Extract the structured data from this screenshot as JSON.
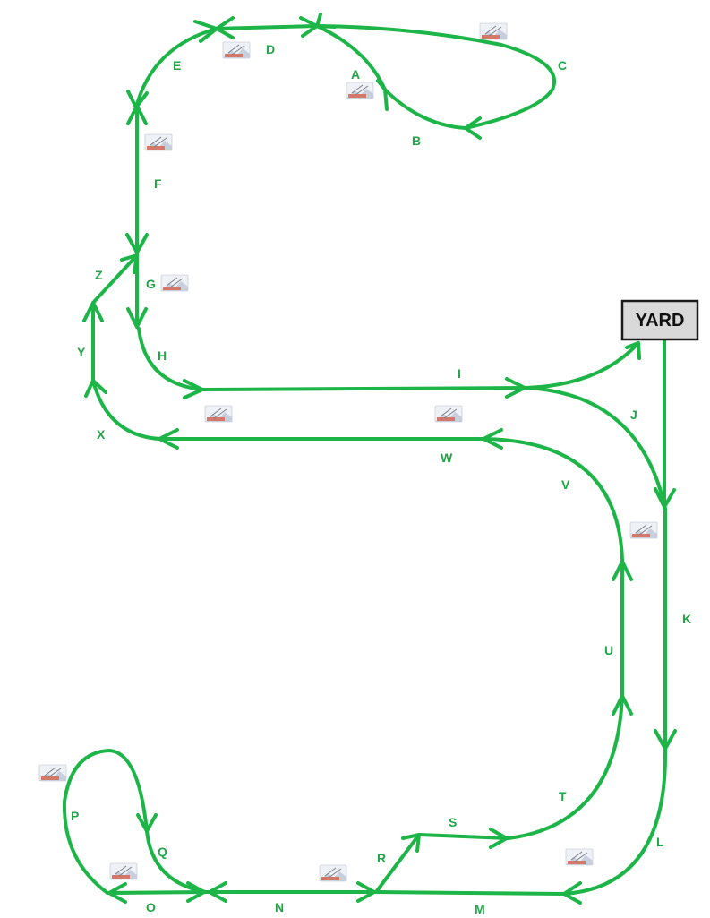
{
  "yard": {
    "label": "YARD"
  },
  "segments": [
    {
      "id": "seg-a",
      "label": "A"
    },
    {
      "id": "seg-b",
      "label": "B"
    },
    {
      "id": "seg-c",
      "label": "C"
    },
    {
      "id": "seg-d",
      "label": "D"
    },
    {
      "id": "seg-e",
      "label": "E"
    },
    {
      "id": "seg-f",
      "label": "F"
    },
    {
      "id": "seg-g",
      "label": "G"
    },
    {
      "id": "seg-h",
      "label": "H"
    },
    {
      "id": "seg-i",
      "label": "I"
    },
    {
      "id": "seg-j",
      "label": "J"
    },
    {
      "id": "seg-k",
      "label": "K"
    },
    {
      "id": "seg-l",
      "label": "L"
    },
    {
      "id": "seg-m",
      "label": "M"
    },
    {
      "id": "seg-n",
      "label": "N"
    },
    {
      "id": "seg-o",
      "label": "O"
    },
    {
      "id": "seg-p",
      "label": "P"
    },
    {
      "id": "seg-q",
      "label": "Q"
    },
    {
      "id": "seg-r",
      "label": "R"
    },
    {
      "id": "seg-s",
      "label": "S"
    },
    {
      "id": "seg-t",
      "label": "T"
    },
    {
      "id": "seg-u",
      "label": "U"
    },
    {
      "id": "seg-v",
      "label": "V"
    },
    {
      "id": "seg-w",
      "label": "W"
    },
    {
      "id": "seg-x",
      "label": "X"
    },
    {
      "id": "seg-y",
      "label": "Y"
    },
    {
      "id": "seg-z",
      "label": "Z"
    }
  ],
  "colors": {
    "track": "#1db548",
    "label": "#22a548",
    "yard_fill": "#d9d9d9"
  },
  "sensor_icon": "sensor-image-icon"
}
